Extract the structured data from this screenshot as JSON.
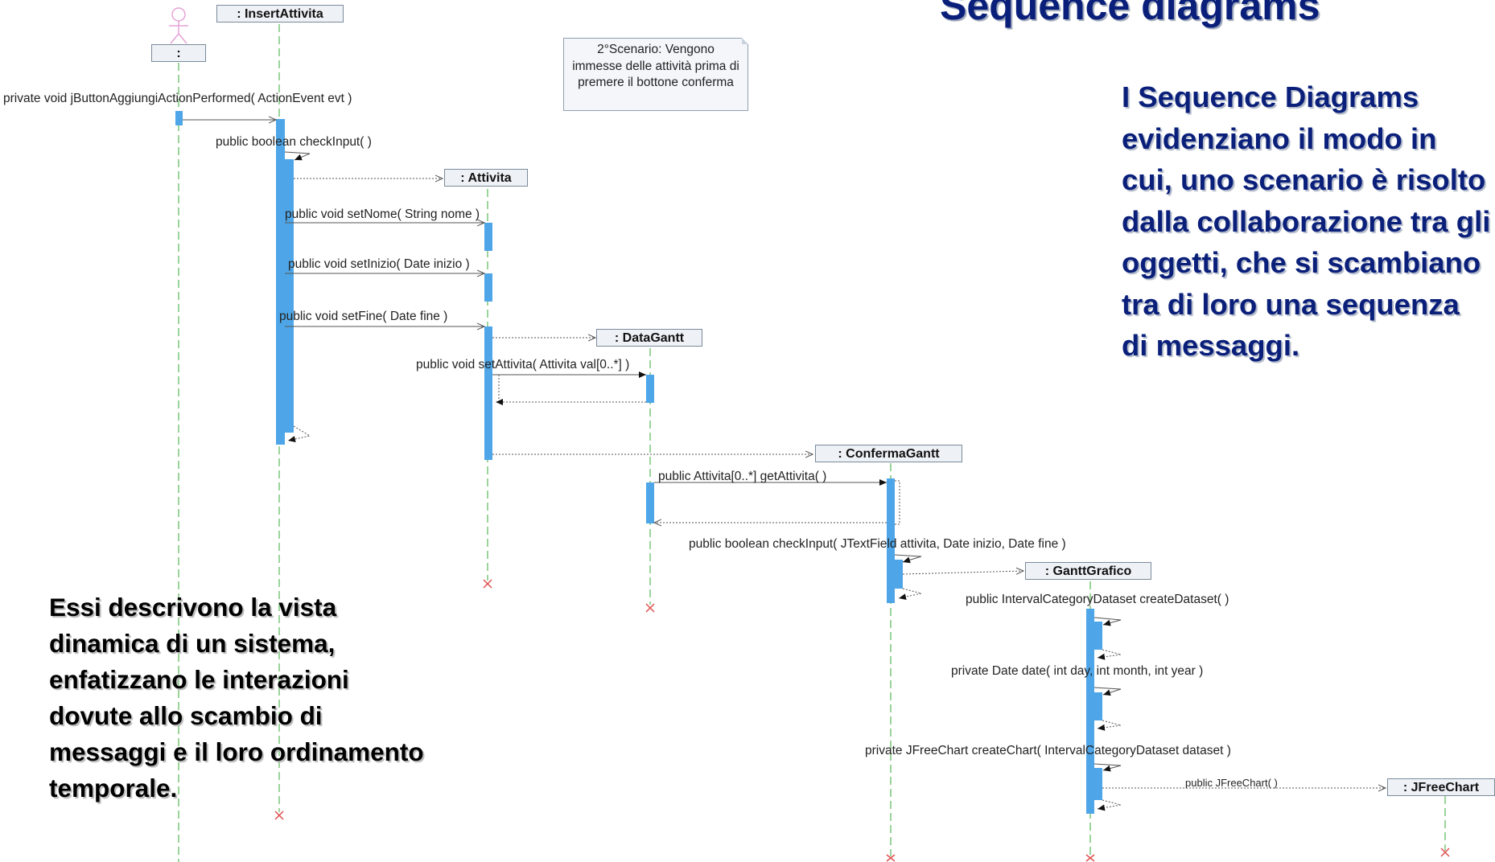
{
  "title": "Sequence diagrams",
  "description_right": "I Sequence Diagrams evidenziano il modo in cui, uno scenario è risolto dalla collaborazione tra gli oggetti, che si scambiano tra di loro una sequenza di messaggi.",
  "description_left": "Essi descrivono la vista dinamica di un sistema, enfatizzano le interazioni dovute allo scambio di messaggi e il loro ordinamento temporale.",
  "note": "2°Scenario: Vengono immesse delle attività prima di premere il bottone conferma",
  "objects": {
    "actor": ":",
    "insert_attivita": ": InsertAttivita",
    "attivita": ": Attivita",
    "data_gantt": ": DataGantt",
    "conferma_gantt": ": ConfermaGantt",
    "gantt_grafico": ": GanttGrafico",
    "jfree_chart": ": JFreeChart"
  },
  "messages": {
    "m1": "private void  jButtonAggiungiActionPerformed( ActionEvent evt )",
    "m2": "public boolean  checkInput(  )",
    "m3": "public void  setNome( String nome )",
    "m4": "public void  setInizio( Date inizio )",
    "m5": "public void  setFine( Date fine )",
    "m6": "public void  setAttivita( Attivita val[0..*] )",
    "m7": "public Attivita[0..*]  getAttivita(  )",
    "m8": "public boolean  checkInput( JTextField attivita, Date inizio, Date fine )",
    "m9": "public IntervalCategoryDataset  createDataset(  )",
    "m10": "private Date  date( int day, int month, int year )",
    "m11": "private JFreeChart  createChart( IntervalCategoryDataset dataset )",
    "m12": "public JFreeChart(  )"
  },
  "colors": {
    "title": "#0a1f7a",
    "activation": "#4ea6e8",
    "lifeline": "#9ad49a",
    "actor": "#e6a3d6",
    "destroy": "#e05050"
  }
}
